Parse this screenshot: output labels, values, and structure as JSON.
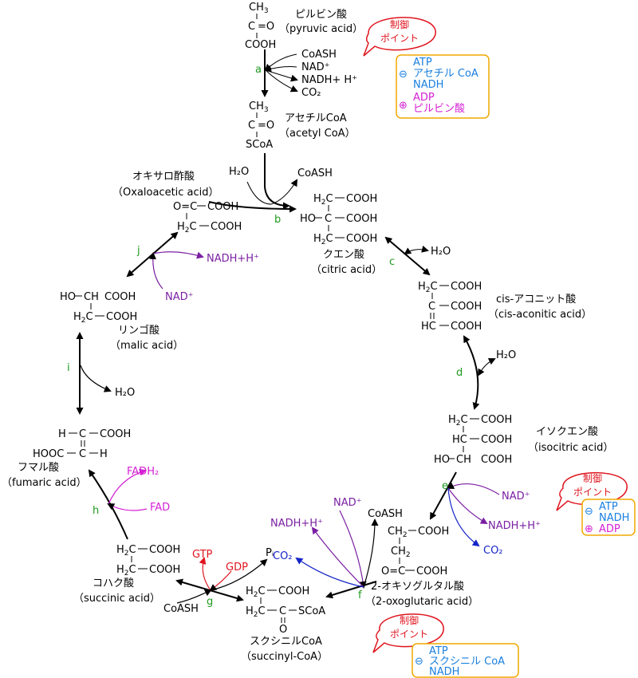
{
  "colors": {
    "black": "#000000",
    "enzyme_green": "#1e9b1e",
    "nadh_purple": "#7a1fa2",
    "co2_blue": "#1524c8",
    "gtp_red": "#e0141e",
    "fad_magenta": "#d420d4",
    "inhibitor_blue": "#1a7fe0",
    "activator_magenta": "#d420d4",
    "box_border": "#f0a800",
    "bubble_red": "#e0141e"
  },
  "metabolites": {
    "pyruvate": {
      "ja": "ピルビン酸",
      "en": "（pyruvic acid）"
    },
    "acetylcoa": {
      "ja": "アセチルCoA",
      "en": "（acetyl CoA）"
    },
    "oxaloacetate": {
      "ja": "オキサロ酢酸",
      "en": "（Oxaloacetic acid）"
    },
    "citrate": {
      "ja": "クエン酸",
      "en": "（citric acid）"
    },
    "cisaconitate": {
      "ja": "cis-アコニット酸",
      "en": "（cis-aconitic acid）"
    },
    "isocitrate": {
      "ja": "イソクエン酸",
      "en": "（isocitric acid）"
    },
    "oxoglutarate": {
      "ja": "2-オキソグルタル酸",
      "en": "（2-oxoglutaric acid）"
    },
    "succinylcoa": {
      "ja": "スクシニルCoA",
      "en": "（succinyl-CoA）"
    },
    "succinate": {
      "ja": "コハク酸",
      "en": "（succinic acid）"
    },
    "fumarate": {
      "ja": "フマル酸",
      "en": "（fumaric acid）"
    },
    "malate": {
      "ja": "リンゴ酸",
      "en": "（malic acid）"
    }
  },
  "structures": {
    "pyruvate": [
      "CH3",
      "C=O",
      "COOH"
    ],
    "acetylcoa": [
      "CH3",
      "C=O",
      "SCoA"
    ],
    "oxaloacetate": [
      "O=C-COOH",
      "H2C-COOH"
    ],
    "citrate": [
      "H2C-COOH",
      "HO-C-COOH",
      "H2C-COOH"
    ],
    "cisaconitate": [
      "H2C-COOH",
      "C-COOH",
      "HC-COOH"
    ],
    "isocitrate": [
      "H2C-COOH",
      "HC-COOH",
      "HO-CH COOH"
    ],
    "oxoglutarate": [
      "CH2-COOH",
      "CH2",
      "O=C-COOH"
    ],
    "succinylcoa": [
      "H2C-COOH",
      "H2C-C-SCoA",
      "O"
    ],
    "succinate": [
      "H2C-COOH",
      "H2C-COOH"
    ],
    "fumarate": [
      "H-C-COOH",
      "HOOC-C-H"
    ],
    "malate": [
      "HO-CH COOH",
      "H2C-COOH"
    ]
  },
  "enzymes": [
    "a",
    "b",
    "c",
    "d",
    "e",
    "f",
    "g",
    "h",
    "i",
    "j"
  ],
  "cofactors": {
    "coash_a": "CoASH",
    "nad_a": "NAD⁺",
    "nadh_a": "NADH+ H⁺",
    "co2_a": "CO₂",
    "h2o_b": "H₂O",
    "coash_b": "CoASH",
    "h2o_c": "H₂O",
    "h2o_d": "H₂O",
    "nad_e": "NAD⁺",
    "nadh_e": "NADH+H⁺",
    "co2_e": "CO₂",
    "nad_f": "NAD⁺",
    "nadh_f": "NADH+H⁺",
    "co2_f": "CO₂",
    "coash_f": "CoASH",
    "gtp": "GTP",
    "gdp": "GDP",
    "pi": "Pᵢ",
    "coash_g": "CoASH",
    "fadh2": "FADH₂",
    "fad": "FAD",
    "h2o_i": "H₂O",
    "nadh_j": "NADH+H⁺",
    "nad_j": "NAD⁺"
  },
  "control_points": {
    "bubble_label": [
      "制御",
      "ポイント"
    ],
    "pdh": {
      "inhibitors": [
        "ATP",
        "アセチル CoA",
        "NADH"
      ],
      "activators": [
        "ADP",
        "ピルビン酸"
      ]
    },
    "idh": {
      "inhibitors": [
        "ATP",
        "NADH"
      ],
      "activators": [
        "ADP"
      ]
    },
    "ogdh": {
      "inhibitors": [
        "ATP",
        "スクシニル CoA",
        "NADH"
      ],
      "activators": []
    },
    "minus": "⊖",
    "plus": "⊕"
  }
}
